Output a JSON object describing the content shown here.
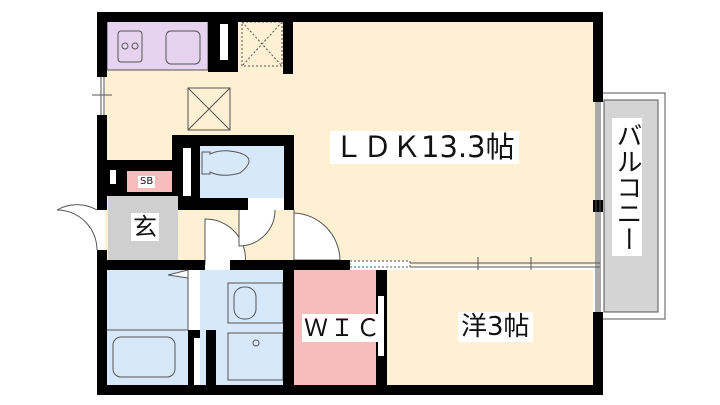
{
  "rooms": {
    "ldk": "ＬＤＫ13.3帖",
    "western": "洋3帖",
    "wic": "ＷＩＣ",
    "entrance": "玄",
    "shoe_box": "SB",
    "balcony": "バルコニー"
  },
  "colors": {
    "floor": "#fdf0d3",
    "kitchen": "#e5d3f0",
    "water": "#d6e8fa",
    "wic": "#f8bcbc",
    "entrance": "#cfcfcf",
    "sb": "#f8bcbc",
    "wall": "#000000"
  }
}
